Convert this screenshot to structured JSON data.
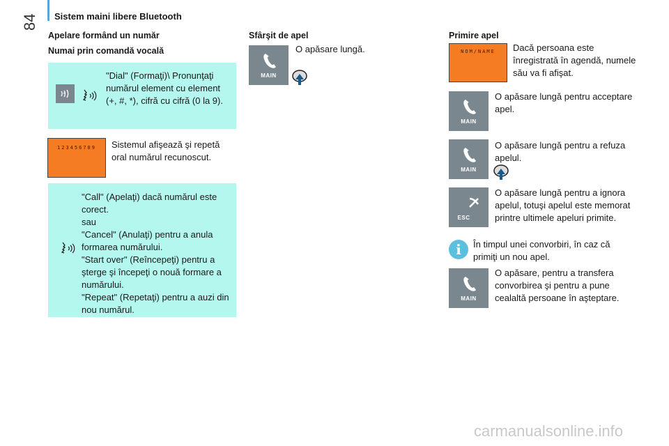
{
  "page": {
    "number": "84",
    "section_title": "Sistem maini libere Bluetooth"
  },
  "col1": {
    "heading1": "Apelare formând un număr",
    "heading2": "Numai prin comandă vocală",
    "box1_text": "\"Dial\" (Formaţi)\\ Pronunţaţi numărul element cu element (+, #, *), cifră cu cifră (0 la 9).",
    "display_digits": "123456789",
    "display_text": "Sistemul afişează şi repetă oral numărul recunoscut.",
    "box2_text": "\"Call\" (Apelaţi) dacă numărul este corect.\nsau\n\"Cancel\" (Anulaţi) pentru a anula formarea numărului.\n\"Start over\" (Reîncepeţi) pentru a şterge şi începeţi o nouă formare a numărului.\n\"Repeat\" (Repetaţi) pentru a auzi din nou numărul."
  },
  "col2": {
    "heading": "Sfârşit de apel",
    "main_label": "MAIN",
    "text": "O apăsare lungă."
  },
  "col3": {
    "heading": "Primire apel",
    "display_name": "NOM/NAME",
    "item1": "Dacă persoana este înregistrată în agendă, numele său va fi afişat.",
    "item2": "O apăsare lungă pentru acceptare apel.",
    "item3": "O apăsare lungă pentru a refuza apelul.",
    "item4": "O apăsare lungă pentru a ignora apelul, totuşi apelul este memorat printre ultimele apeluri primite.",
    "info_text": "În timpul unei convorbiri, în caz că primiţi un nou apel.",
    "item5": "O apăsare, pentru a transfera convorbirea şi pentru a pune cealaltă persoane în aşteptare.",
    "main_label": "MAIN",
    "esc_label": "ESC"
  },
  "footer": {
    "watermark": "carmanualsonline.info"
  },
  "colors": {
    "cyan": "#b3f7ee",
    "orange": "#f57c22",
    "button_gray": "#7b878f",
    "accent_blue": "#5aa6d8"
  }
}
